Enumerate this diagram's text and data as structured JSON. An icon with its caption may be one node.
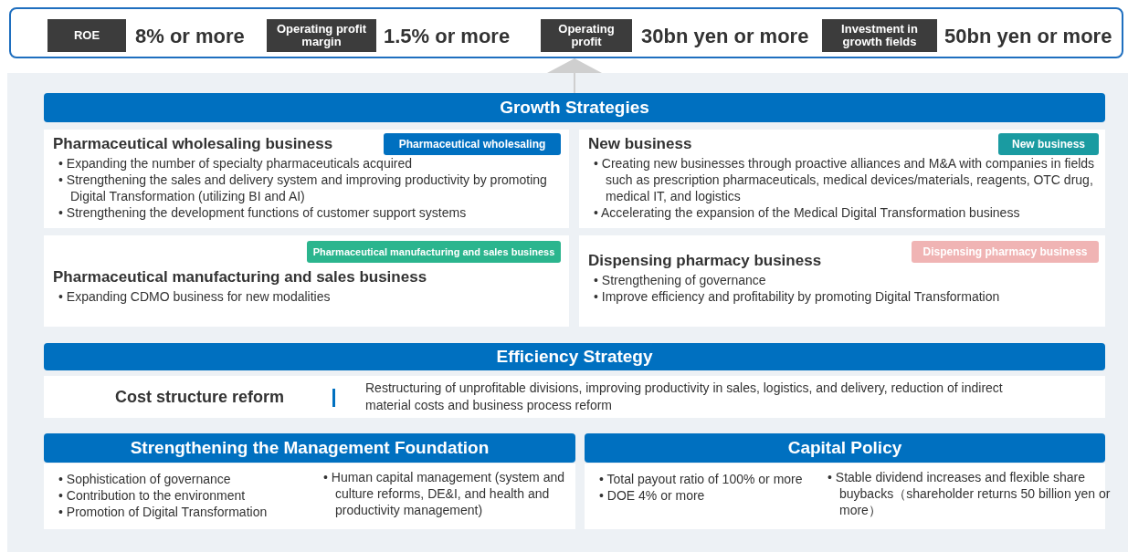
{
  "diagram": {
    "nodes": [
      {
        "text": [],
        "shape": "box"
      },
      {
        "text": [
          "ROE"
        ],
        "in": 0,
        "beside": [
          "8% or more"
        ]
      },
      {
        "text": [
          "Operating profit margin"
        ],
        "in": 0,
        "beside": [
          "1.5% or more"
        ]
      },
      {
        "text": [
          "Operating profit"
        ],
        "in": 0,
        "beside": [
          "30bn yen or more"
        ]
      },
      {
        "text": [
          "Investment in growth fields"
        ],
        "in": 0,
        "beside": [
          "50bn yen or more"
        ]
      },
      {
        "text": [
          "Growth Strategies"
        ]
      },
      {
        "text": [
          "Pharmaceutical wholesaling business",
          "• Expanding the number of specialty pharmaceuticals acquired",
          "• Strengthening the sales and delivery system and improving productivity by promoting Digital Transformation (utilizing BI and AI)",
          "• Strengthening the development functions of customer support systems"
        ]
      },
      {
        "text": [
          "Pharmaceutical wholesaling"
        ],
        "in": 6
      },
      {
        "text": [
          "New business",
          "• Creating new businesses through proactive alliances and M&A with companies in fields such as prescription pharmaceuticals, medical devices/materials, reagents, OTC drug, medical IT, and logistics",
          "• Accelerating the expansion of the Medical Digital Transformation business"
        ]
      },
      {
        "text": [
          "New business"
        ],
        "in": 8
      },
      {
        "text": [
          "Pharmaceutical manufacturing and sales business",
          "• Expanding CDMO business for new modalities"
        ]
      },
      {
        "text": [
          "Pharmaceutical manufacturing and sales business"
        ],
        "in": 10
      },
      {
        "text": [
          "Dispensing pharmacy business",
          "• Strengthening of governance",
          "• Improve efficiency and profitability by promoting Digital Transformation"
        ]
      },
      {
        "text": [
          "Dispensing pharmacy business"
        ],
        "in": 12
      },
      {
        "text": [
          "Efficiency Strategy"
        ]
      },
      {
        "text": [
          "Cost structure reform",
          "Restructuring of unprofitable divisions, improving productivity in sales, logistics, and delivery, reduction of indirect material costs and business process reform"
        ]
      },
      {
        "text": [
          "Strengthening the Management Foundation"
        ]
      },
      {
        "text": [
          "• Sophistication of governance",
          "• Contribution to the environment",
          "• Promotion of Digital Transformation",
          "• Human capital management (system and culture reforms, DE&I, and health and productivity management)"
        ]
      },
      {
        "text": [
          "Capital Policy"
        ]
      },
      {
        "text": [
          "• Total payout ratio of 100% or more",
          "• DOE 4% or more",
          "• Stable dividend increases and flexible share buybacks（shareholder returns 50 billion yen or more）"
        ]
      }
    ],
    "edges": [
      {
        "from": 5,
        "to": 0,
        "arrow": "to"
      }
    ]
  }
}
